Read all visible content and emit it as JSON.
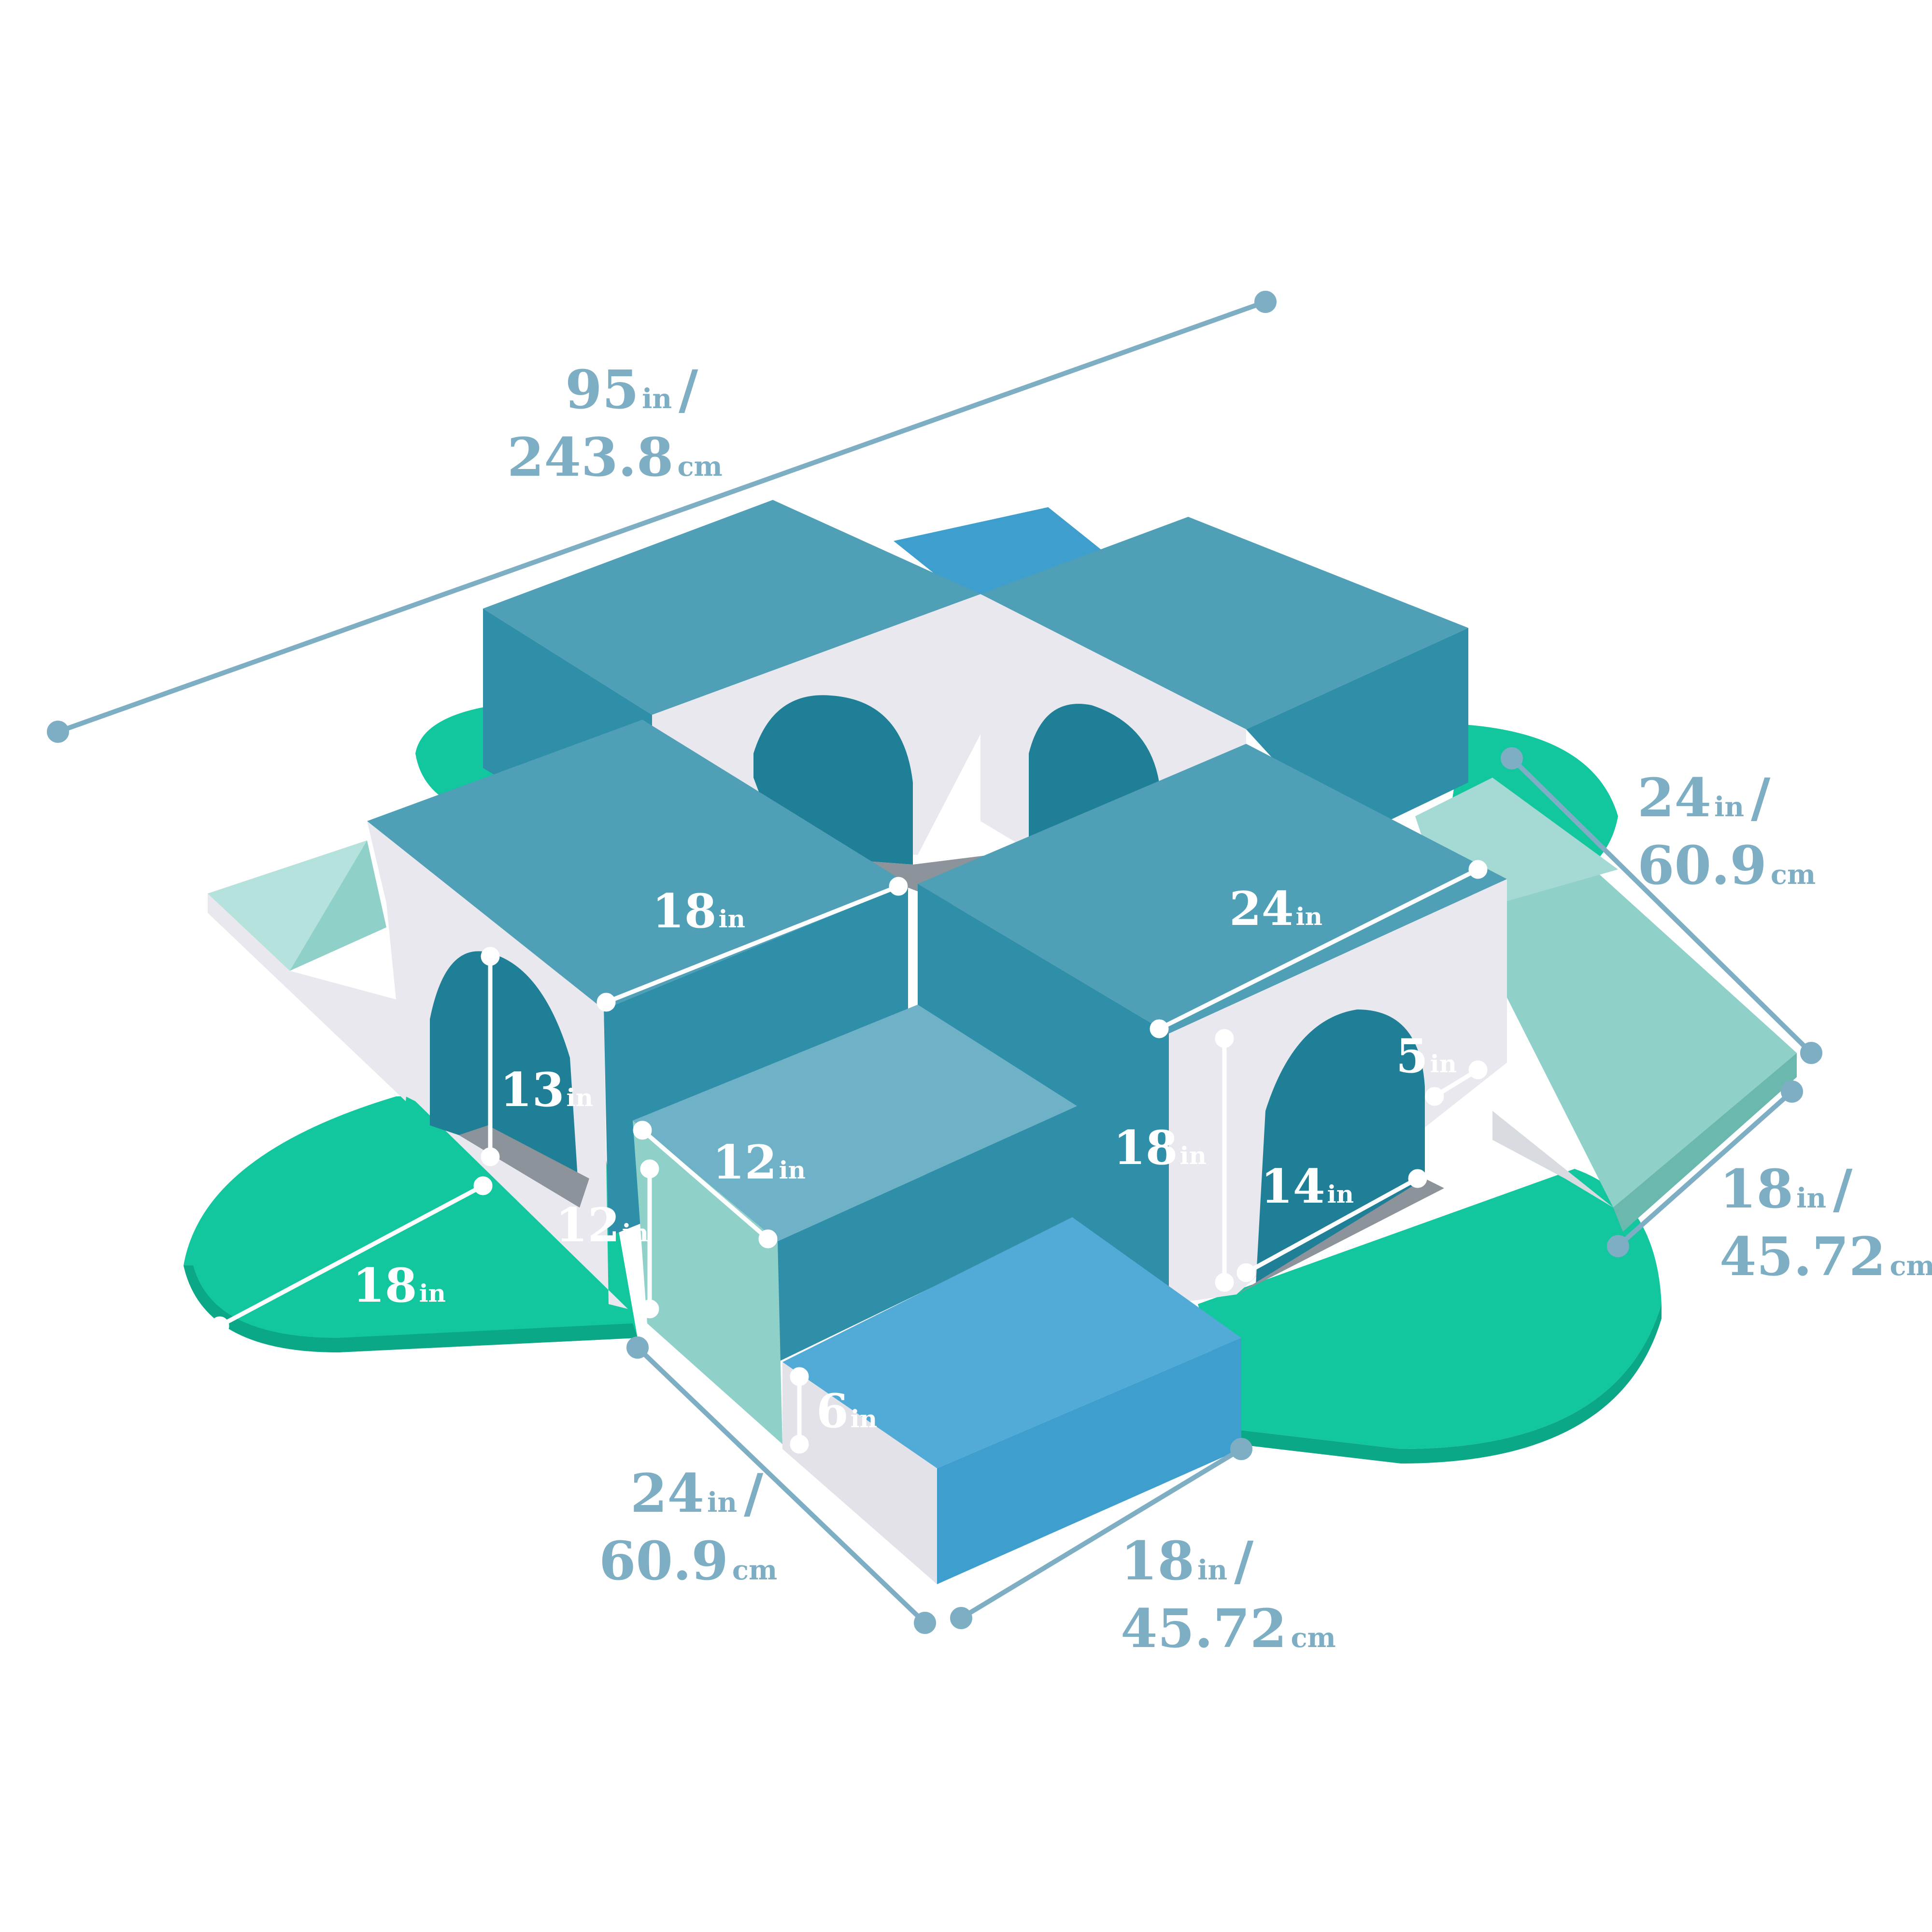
{
  "colors": {
    "block_top": "#4f9fb6",
    "block_side": "#2f8ea8",
    "block_dark": "#277f98",
    "frame_white": "#e8e8ee",
    "frame_shade": "#d4d4dc",
    "pad_green": "#12c69e",
    "pad_green_dark": "#0aa886",
    "ramp_mint": "#8fd1c9",
    "ramp_mint_light": "#b5e2dc",
    "step_blue": "#3e9fcf",
    "step_blue_top": "#52aad6",
    "floor_gray": "#8c939b",
    "dim_teal": "#7eaec4",
    "dim_white": "#ffffff"
  },
  "dimensions": {
    "overall_length": {
      "value": "95",
      "unit": "in",
      "slash": "/",
      "metric_value": "243.8",
      "metric_unit": "cm"
    },
    "ramp_length": {
      "value": "24",
      "unit": "in",
      "slash": "/",
      "metric_value": "60.9",
      "metric_unit": "cm"
    },
    "ramp_width": {
      "value": "18",
      "unit": "in",
      "slash": "/",
      "metric_value": "45.72",
      "metric_unit": "cm"
    },
    "step_depth": {
      "value": "24",
      "unit": "in",
      "slash": "/",
      "metric_value": "60.9",
      "metric_unit": "cm"
    },
    "step_width": {
      "value": "18",
      "unit": "in",
      "slash": "/",
      "metric_value": "45.72",
      "metric_unit": "cm"
    },
    "tunnel_left_width": {
      "value": "18",
      "unit": "in"
    },
    "tunnel_right_width": {
      "value": "24",
      "unit": "in"
    },
    "arch_height_left": {
      "value": "13",
      "unit": "in"
    },
    "frame_height_left": {
      "value": "12",
      "unit": "in"
    },
    "pad_width": {
      "value": "18",
      "unit": "in"
    },
    "upper_step_depth": {
      "value": "12",
      "unit": "in"
    },
    "lower_step_height": {
      "value": "6",
      "unit": "in"
    },
    "frame_height_right": {
      "value": "18",
      "unit": "in"
    },
    "arch_width_right": {
      "value": "14",
      "unit": "in"
    },
    "wall_thickness": {
      "value": "5",
      "unit": "in"
    }
  }
}
